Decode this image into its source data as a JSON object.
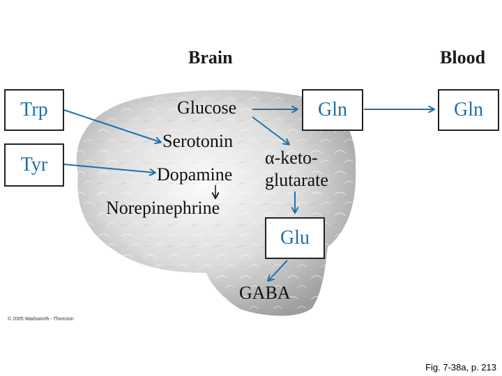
{
  "headers": {
    "brain": "Brain",
    "blood": "Blood"
  },
  "boxes": {
    "trp": "Trp",
    "tyr": "Tyr",
    "gln_brain": "Gln",
    "gln_blood": "Gln",
    "glu": "Glu"
  },
  "labels": {
    "glucose": "Glucose",
    "serotonin": "Serotonin",
    "dopamine": "Dopamine",
    "norepinephrine": "Norepinephrine",
    "alpha_keto_line1": "α-keto-",
    "alpha_keto_line2": "glutarate",
    "gaba": "GABA"
  },
  "credit": "© 2005 Wadsworth - Thomson",
  "caption": "Fig. 7-38a, p. 213",
  "colors": {
    "arrow": "#1f6fa8",
    "box_text": "#1f6fa8",
    "brain_light": "#f4f4f4",
    "brain_dark": "#9a9a9a"
  }
}
